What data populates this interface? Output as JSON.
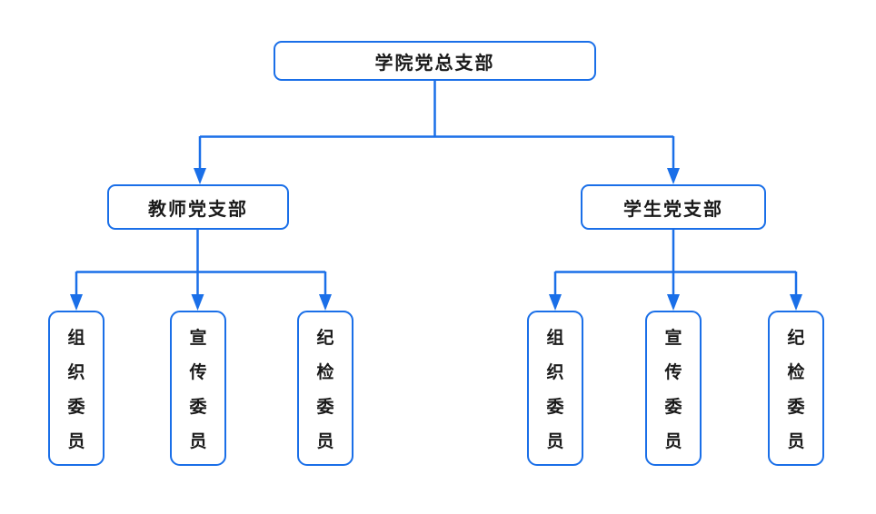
{
  "diagram": {
    "type": "org-chart",
    "accent_color": "#1A6FE8",
    "text_color": "#1a1a1a",
    "background_color": "#ffffff",
    "root": {
      "label": "学院党总支部"
    },
    "branches": [
      {
        "label": "教师党支部",
        "children": [
          {
            "label": "组织委员"
          },
          {
            "label": "宣传委员"
          },
          {
            "label": "纪检委员"
          }
        ]
      },
      {
        "label": "学生党支部",
        "children": [
          {
            "label": "组织委员"
          },
          {
            "label": "宣传委员"
          },
          {
            "label": "纪检委员"
          }
        ]
      }
    ]
  }
}
